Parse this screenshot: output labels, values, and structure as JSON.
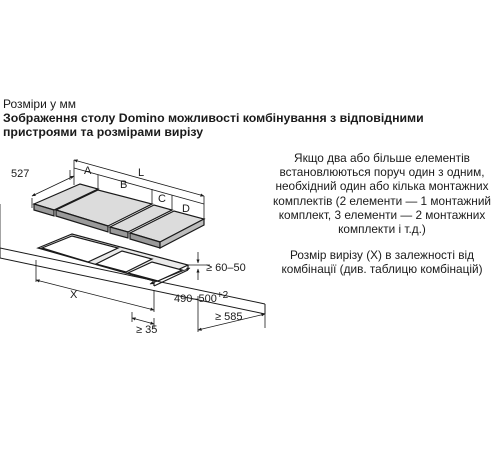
{
  "units_label": "Розміри у мм",
  "heading": "Зображення столу Domino можливості комбінування з відповідними пристроями та розмірами вирізу",
  "description": [
    "Якщо два або більше елементів встановлюються поруч один з одним, необхідний один або кілька монтажних комплектів (2 елементи — 1 монтажний комплект, 3 елементи — 2 монтажних комплекти і т.д.)",
    "Розмір вирізу (X) в залежності від комбінації (див. таблицю комбінацій)"
  ],
  "dimensions": {
    "depth_527": "527",
    "module_a": "A",
    "module_b": "B",
    "module_c": "C",
    "module_d": "D",
    "total_length": "L",
    "cutout_x": "X",
    "gap_60_50": "≥ 60–50",
    "cutout_depth": "490–500",
    "cutout_depth_tol": "+2",
    "min_35": "≥ 35",
    "min_585": "≥ 585"
  }
}
